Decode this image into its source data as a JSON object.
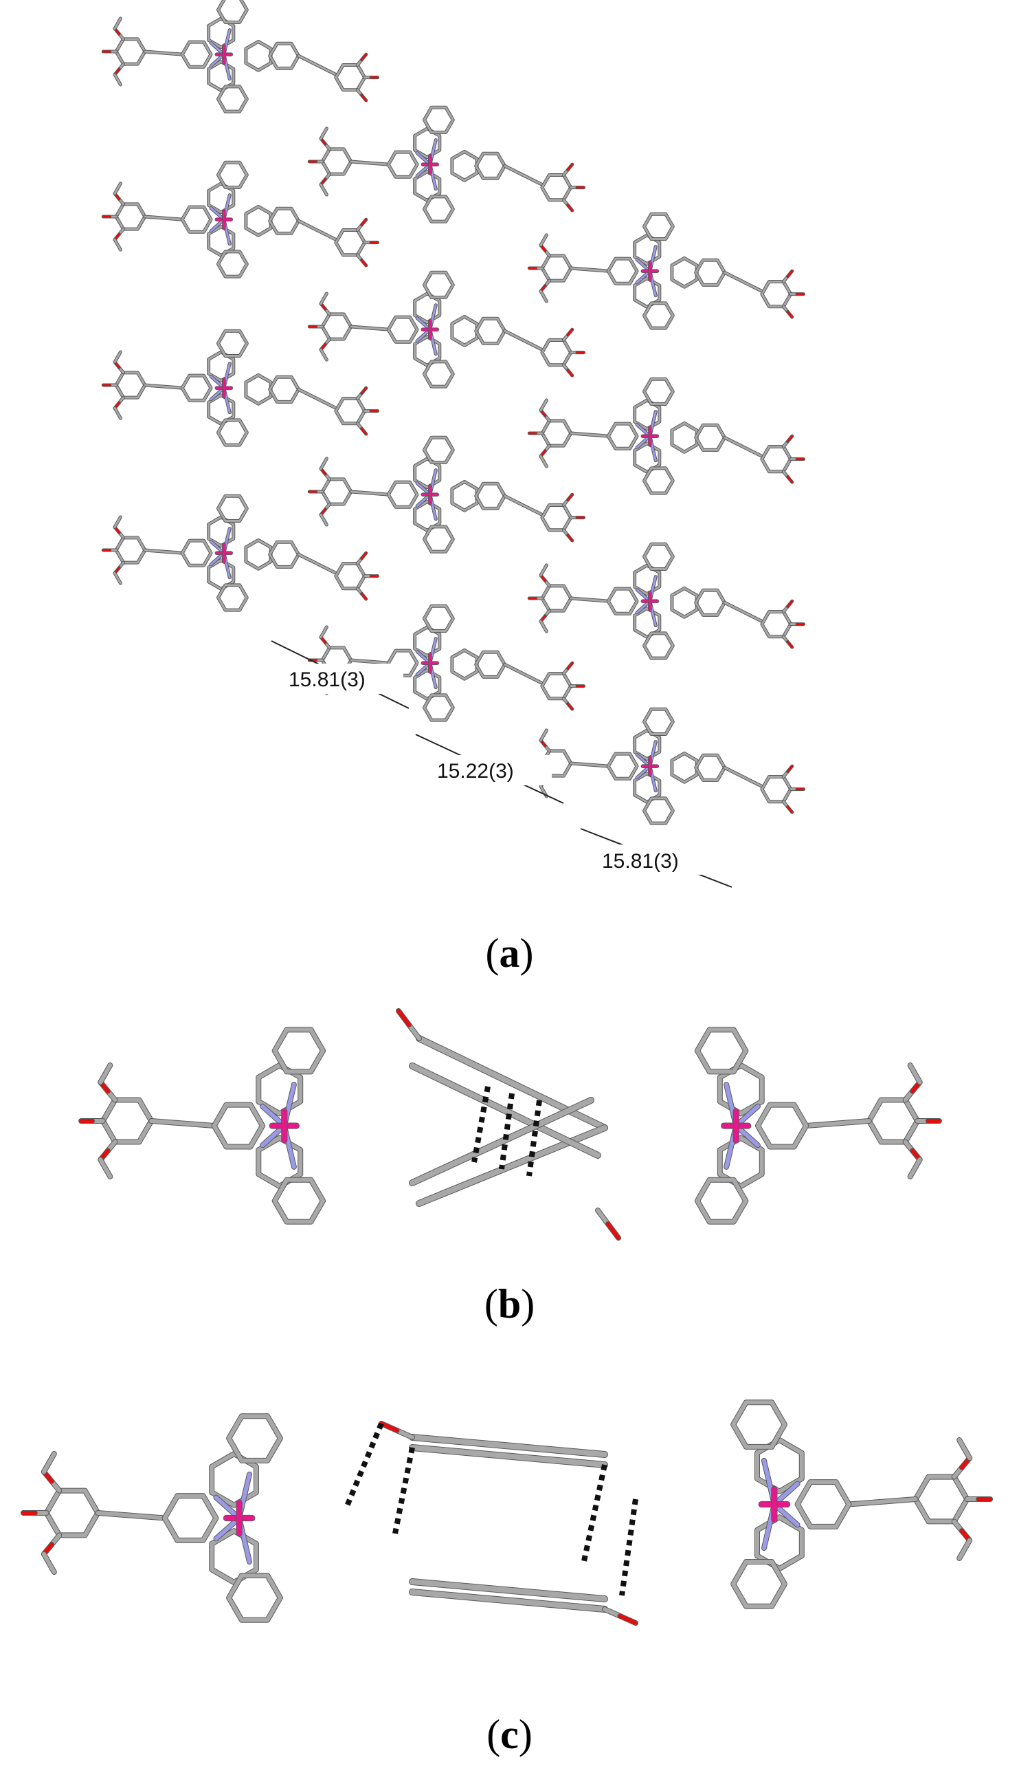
{
  "panels": {
    "a": {
      "letter": "a",
      "distances": [
        "15.81(3)",
        "15.22(3)",
        "15.81(3)"
      ]
    },
    "b": {
      "letter": "b"
    },
    "c": {
      "letter": "c"
    }
  },
  "colors": {
    "carbon": "#a8a8a8",
    "carbon_edge": "#5a5a5a",
    "nitrogen": "#9a9ae6",
    "oxygen": "#e01010",
    "metal": "#e8188c",
    "hbond": "#111111"
  }
}
